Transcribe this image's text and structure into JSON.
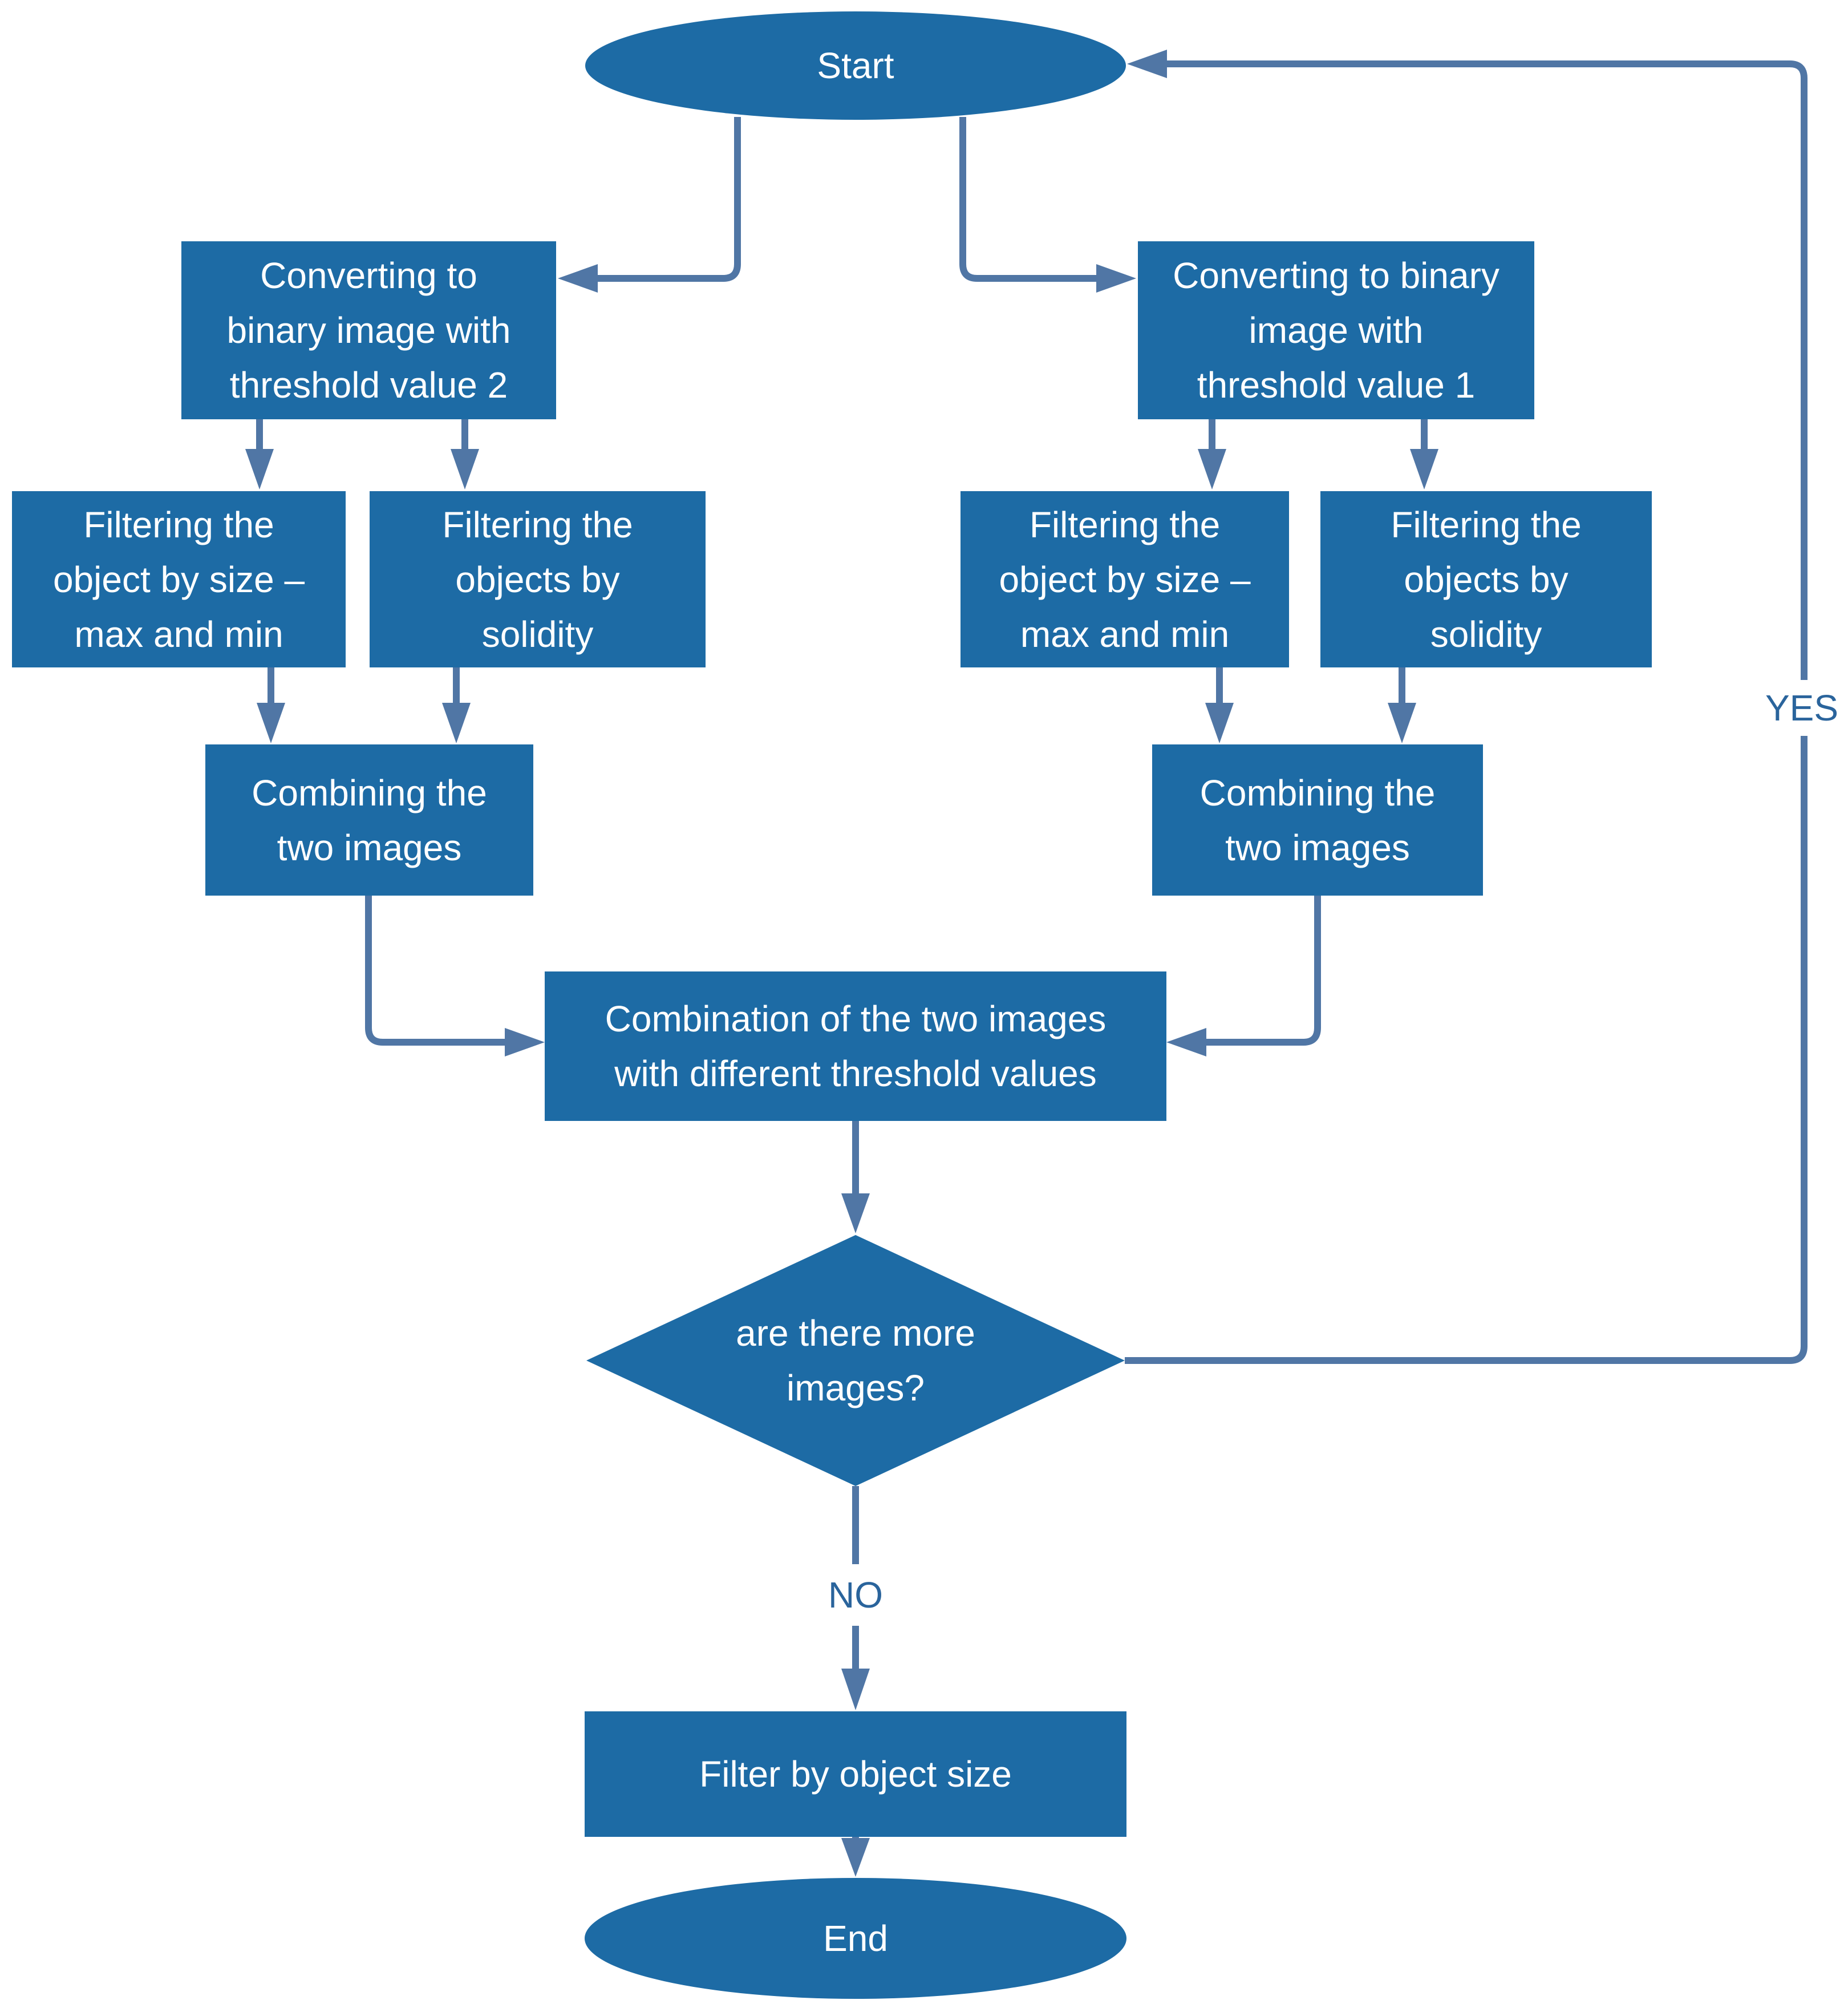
{
  "colors": {
    "node_fill": "#1d6ba5",
    "connector": "#5076a5",
    "decision_label": "#2a649c",
    "node_text": "#ffffff",
    "background": "#ffffff"
  },
  "flowchart": {
    "start": {
      "label": "Start"
    },
    "branch_left": {
      "convert": {
        "lines": [
          "Converting to",
          "binary image with",
          "threshold value 2"
        ]
      },
      "filter_size": {
        "lines": [
          "Filtering the",
          "object by size –",
          "max and min"
        ]
      },
      "filter_solidity": {
        "lines": [
          "Filtering the",
          "objects by",
          "solidity"
        ]
      },
      "combine": {
        "lines": [
          "Combining the",
          "two images"
        ]
      }
    },
    "branch_right": {
      "convert": {
        "lines": [
          "Converting to binary",
          "image with",
          "threshold value 1"
        ]
      },
      "filter_size": {
        "lines": [
          "Filtering the",
          "object by size –",
          "max and min"
        ]
      },
      "filter_solidity": {
        "lines": [
          "Filtering the",
          "objects by",
          "solidity"
        ]
      },
      "combine": {
        "lines": [
          "Combining the",
          "two images"
        ]
      }
    },
    "combination": {
      "lines": [
        "Combination of the two images",
        "with different threshold values"
      ]
    },
    "decision": {
      "lines": [
        "are there more",
        "images?"
      ]
    },
    "yes_label": "YES",
    "no_label": "NO",
    "filter_final": {
      "label": "Filter by object size"
    },
    "end": {
      "label": "End"
    }
  }
}
